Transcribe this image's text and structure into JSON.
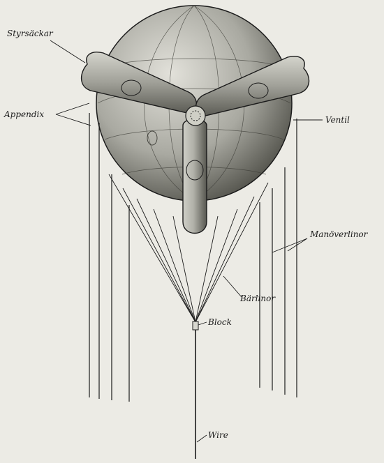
{
  "labels": {
    "styrsackar": "Styrsäckar",
    "appendix": "Appendix",
    "ventil": "Ventil",
    "manoverlinor": "Manöverlinor",
    "barlinor": "Bärlinor",
    "block": "Block",
    "wire": "Wire"
  },
  "colors": {
    "paper": "#ecebe5",
    "ink": "#1b1b1b",
    "balloon_light": "#d8d8d0",
    "balloon_dark": "#4a4a44"
  }
}
